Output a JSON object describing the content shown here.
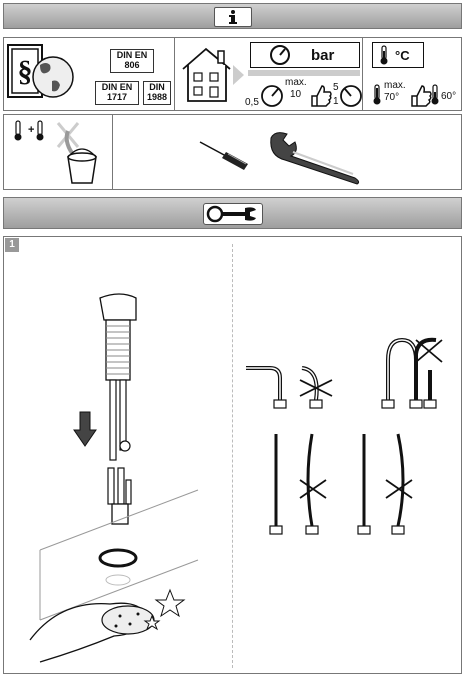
{
  "info_bar": {
    "icon": "info-icon"
  },
  "tools_bar": {
    "icon": "wrench-icon"
  },
  "standards": {
    "din_en_806": [
      "DIN EN",
      "806"
    ],
    "din_en_1717": [
      "DIN EN",
      "1717"
    ],
    "din_1988": [
      "DIN",
      "1988"
    ]
  },
  "pressure": {
    "unit": "bar",
    "max_label": "max.",
    "max_value": "10",
    "min_value": "0,5",
    "rec_high": "5",
    "rec_low": "1"
  },
  "temperature": {
    "unit": "°C",
    "max_label": "max.",
    "max_value": "70°",
    "rec_value": "60°"
  },
  "step": {
    "number": "1"
  }
}
